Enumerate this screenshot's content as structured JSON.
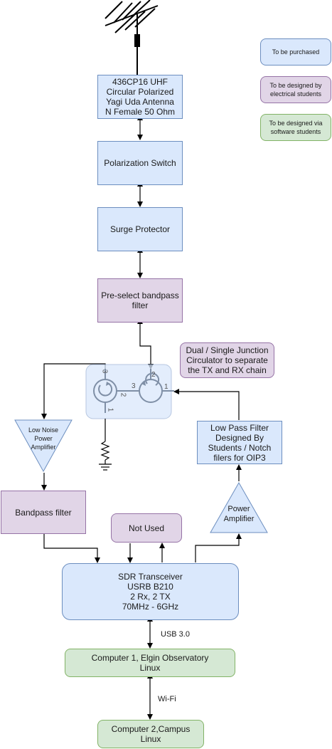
{
  "legend": {
    "purchased": "To be purchased",
    "electrical": "To be designed by\nelectrical students",
    "software": "To be designed via\nsoftware students"
  },
  "blocks": {
    "antenna": "436CP16 UHF\nCircular Polarized\nYagi Uda Antenna\nN Female 50 Ohm",
    "polarization_switch": "Polarization Switch",
    "surge_protector": "Surge Protector",
    "preselect_filter": "Pre-select bandpass\nfilter",
    "circulator_note": "Dual / Single Junction\nCirculator to separate\nthe TX and RX chain",
    "lna": "Low Noise\nPower\nAmplifier",
    "lpf": "Low Pass Filter\nDesigned By\nStudents / Notch\nfilers for OIP3",
    "bandpass": "Bandpass filter",
    "not_used": "Not Used",
    "power_amp": "Power\nAmplifier",
    "sdr": "SDR Transceiver\nUSRB B210\n2 Rx, 2 TX\n70MHz - 6GHz",
    "computer1": "Computer 1, Elgin Observatory\nLinux",
    "computer2": "Computer 2,Campus\nLinux"
  },
  "links": {
    "usb": "USB 3.0",
    "wifi": "Wi-Fi"
  },
  "circulator_ports": {
    "left_3": "3",
    "left_2": "2",
    "left_1": "1",
    "right_2": "2",
    "right_3": "3",
    "right_1": "1"
  },
  "colors": {
    "purchased_fill": "#dae8fc",
    "electrical_fill": "#e1d5e7",
    "software_fill": "#d5e8d4"
  }
}
